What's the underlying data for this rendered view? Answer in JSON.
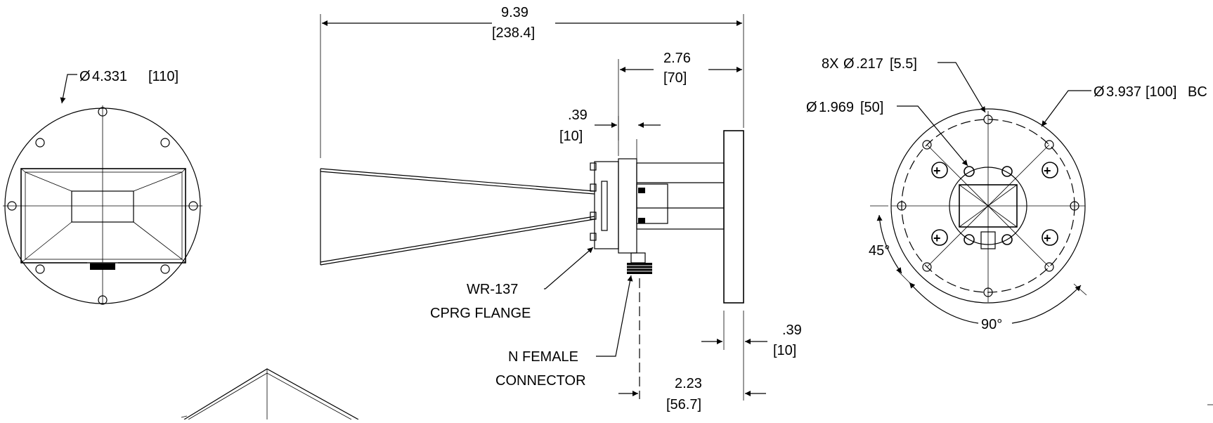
{
  "drawing": {
    "overall_length": {
      "value": "9.39",
      "metric": "[238.4]"
    },
    "flange_to_plate": {
      "value": "2.76",
      "metric": "[70]"
    },
    "flange_thickness": {
      "value": ".39",
      "metric": "[10]"
    },
    "plate_thickness": {
      "value": ".39",
      "metric": "[10]"
    },
    "connector_offset": {
      "value": "2.23",
      "metric": "[56.7]"
    },
    "horn_aperture_diameter": {
      "symbol": "Ø",
      "value": "4.331",
      "metric": "[110]"
    },
    "hole_callout": {
      "prefix": "8X",
      "symbol": "Ø",
      "value": ".217",
      "metric": "[5.5]"
    },
    "bolt_circle": {
      "symbol": "Ø",
      "value": "3.937",
      "metric": "[100]",
      "suffix": "BC"
    },
    "inner_diameter": {
      "symbol": "Ø",
      "value": "1.969",
      "metric": "[50]"
    },
    "angle_small": "45°",
    "angle_large": "90°",
    "flange_label": {
      "line1": "WR-137",
      "line2": "CPRG FLANGE"
    },
    "connector_label": {
      "line1": "N FEMALE",
      "line2": "CONNECTOR"
    }
  }
}
